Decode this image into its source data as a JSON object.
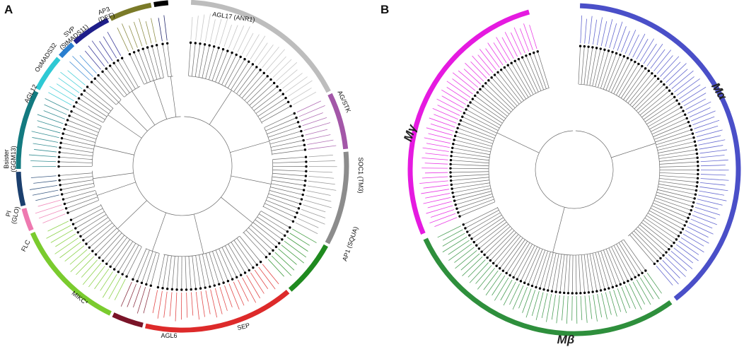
{
  "panels": [
    {
      "id": "A",
      "letter": "A",
      "clades": [
        {
          "key": "AGL17",
          "label": "AGL17 (ANR1)",
          "color": "#bdbdbd",
          "start": 3,
          "end": 63
        },
        {
          "key": "AGSTK",
          "label": "AG/STK",
          "color": "#a357a8",
          "start": 64,
          "end": 84
        },
        {
          "key": "SOC1",
          "label": "SOC1 (TM3)",
          "color": "#8c8c8c",
          "start": 85,
          "end": 118
        },
        {
          "key": "AP1",
          "label": "AP1 (SQUA)",
          "color": "#1f8a1f",
          "start": 119,
          "end": 139
        },
        {
          "key": "SEP",
          "label": "SEP",
          "color": "#dd2a2a",
          "start": 140,
          "end": 193
        },
        {
          "key": "AGL6",
          "label": "AGL6",
          "color": "#7a1428",
          "start": 194,
          "end": 205
        },
        {
          "key": "MIKC",
          "label": "MIKC*",
          "color": "#7acb2e",
          "start": 206,
          "end": 246
        },
        {
          "key": "FLC",
          "label": "FLC",
          "color": "#ee79b0",
          "start": 247,
          "end": 255
        },
        {
          "key": "PI",
          "label": "PI (GLO)",
          "color": "#1b3f6e",
          "start": 256,
          "end": 268
        },
        {
          "key": "Bsister",
          "label": "Bsister (GGM13)",
          "color": "#137a80",
          "start": 269,
          "end": 297
        },
        {
          "key": "AGL12",
          "label": "AGL12",
          "color": "#2ec9d4",
          "start": 298,
          "end": 311
        },
        {
          "key": "OsMADS32",
          "label": "OsMADS32",
          "color": "#2a7fd0",
          "start": 312,
          "end": 318
        },
        {
          "key": "SVP",
          "label": "SVP (StMADS11)",
          "color": "#1e1e8a",
          "start": 319,
          "end": 333
        },
        {
          "key": "AP3",
          "label": "AP3 (DEF)",
          "color": "#7a7a28",
          "start": 334,
          "end": 349
        },
        {
          "key": "unnamed",
          "label": "",
          "color": "#000000",
          "start": 350,
          "end": 355
        }
      ]
    },
    {
      "id": "B",
      "letter": "B",
      "clades": [
        {
          "key": "Ma",
          "label": "Mα",
          "color": "#4a4fc8",
          "start": 2,
          "end": 142
        },
        {
          "key": "Mb",
          "label": "Mβ",
          "color": "#2e8f3c",
          "start": 144,
          "end": 245
        },
        {
          "key": "Mg",
          "label": "Mγ",
          "color": "#e51ae0",
          "start": 247,
          "end": 344
        }
      ]
    }
  ]
}
